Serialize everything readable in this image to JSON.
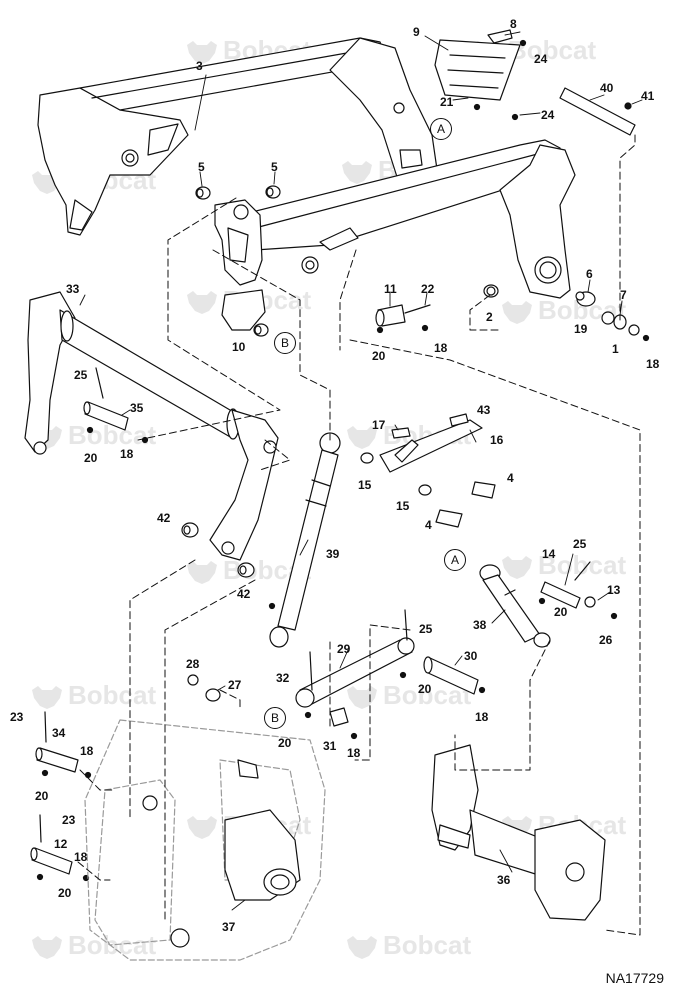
{
  "watermark_text": "Bobcat",
  "figure_id": "NA17729",
  "callouts": {
    "a": "A",
    "b": "B"
  },
  "labels": {
    "n3": "3",
    "n9": "9",
    "n8": "8",
    "n24a": "24",
    "n21": "21",
    "n24b": "24",
    "n40": "40",
    "n41": "41",
    "n5a": "5",
    "n5b": "5",
    "n6": "6",
    "n7": "7",
    "n2": "2",
    "n19": "19",
    "n1": "1",
    "n18a": "18",
    "n11": "11",
    "n22": "22",
    "n20a": "20",
    "n18b": "18",
    "n10": "10",
    "n33": "33",
    "n25a": "25",
    "n35": "35",
    "n20b": "20",
    "n18c": "18",
    "n17": "17",
    "n43": "43",
    "n16": "16",
    "n15a": "15",
    "n4a": "4",
    "n15b": "15",
    "n4b": "4",
    "n42a": "42",
    "n42b": "42",
    "n39": "39",
    "n14": "14",
    "n25b": "25",
    "n13": "13",
    "n20c": "20",
    "n26": "26",
    "n38": "38",
    "n28": "28",
    "n27": "27",
    "n32": "32",
    "n29": "29",
    "n25c": "25",
    "n30": "30",
    "n20d": "20",
    "n18d": "18",
    "n23a": "23",
    "n34": "34",
    "n18e": "18",
    "n20e": "20",
    "n20f": "20",
    "n31": "31",
    "n18f": "18",
    "n23b": "23",
    "n12": "12",
    "n18g": "18",
    "n20g": "20",
    "n37": "37",
    "n36": "36"
  }
}
